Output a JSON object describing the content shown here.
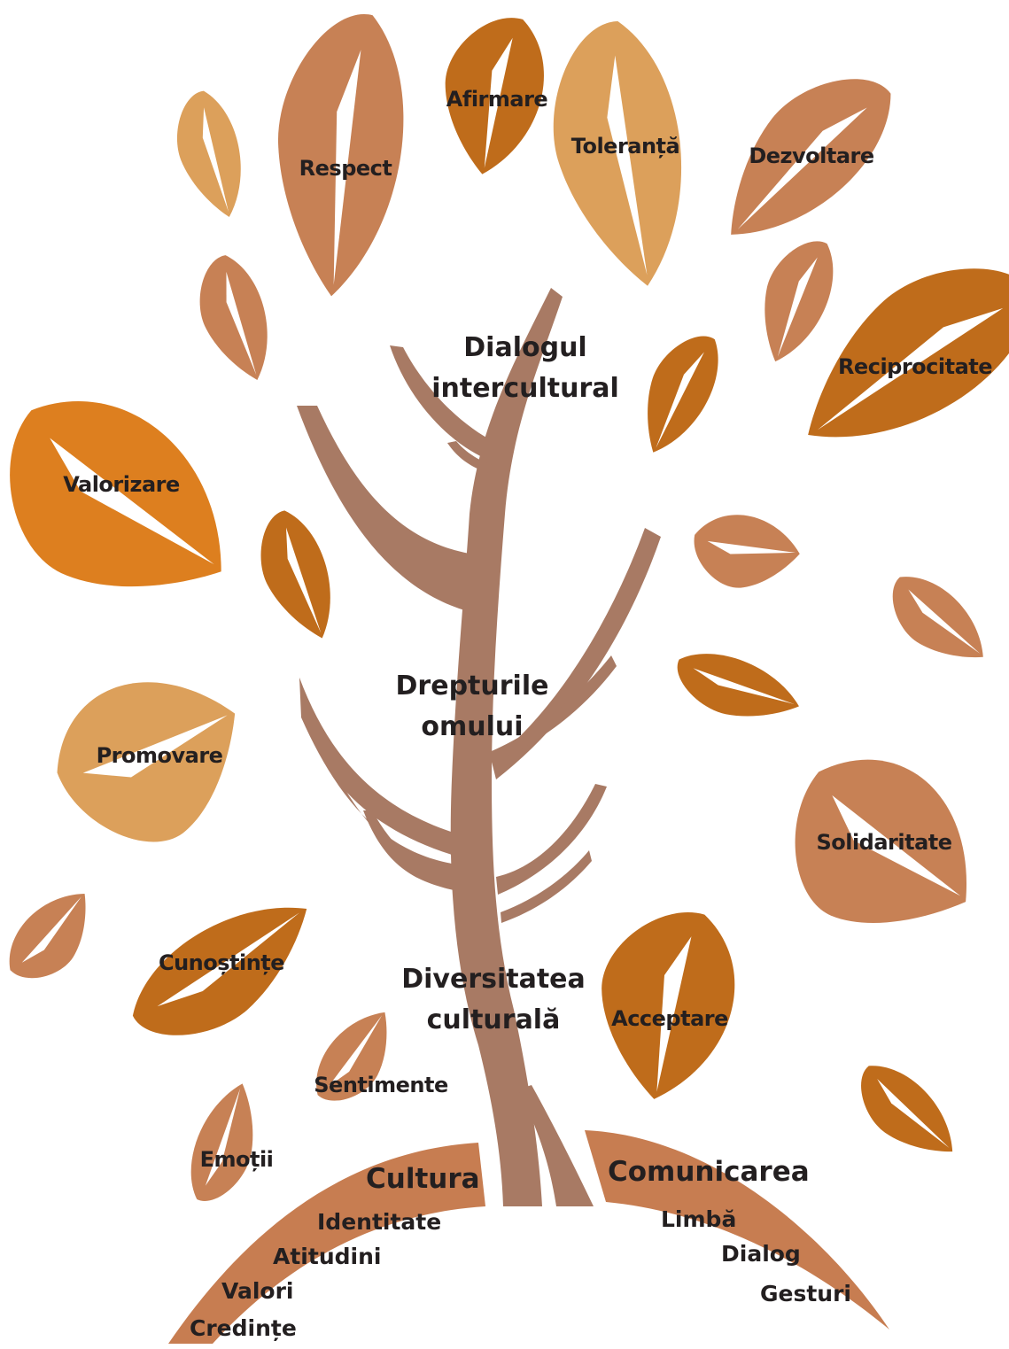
{
  "colors": {
    "background": "#ffffff",
    "trunk": "#a87a64",
    "leaf_dark_orange": "#bf6c1b",
    "leaf_light_orange": "#dca05b",
    "leaf_terracotta": "#c78155",
    "leaf_bright_orange": "#dd7f1f",
    "root": "#c77d51",
    "text": "#231f20"
  },
  "trunk_labels": {
    "top_line1": "Dialogul",
    "top_line2": "intercultural",
    "middle_line1": "Drepturile",
    "middle_line2": "omului",
    "bottom_line1": "Diversitatea",
    "bottom_line2": "culturală"
  },
  "leaf_labels": {
    "respect": "Respect",
    "afirmare": "Afirmare",
    "toleranta": "Toleranță",
    "dezvoltare": "Dezvoltare",
    "reciprocitate": "Reciprocitate",
    "valorizare": "Valorizare",
    "promovare": "Promovare",
    "solidaritate": "Solidaritate",
    "cunostinte": "Cunoștințe",
    "acceptare": "Acceptare",
    "sentimente": "Sentimente",
    "emotii": "Emoții"
  },
  "roots": {
    "left": {
      "title": "Cultura",
      "items": [
        "Identitate",
        "Atitudini",
        "Valori",
        "Credințe"
      ]
    },
    "right": {
      "title": "Comunicarea",
      "items": [
        "Limbă",
        "Dialog",
        "Gesturi"
      ]
    }
  }
}
